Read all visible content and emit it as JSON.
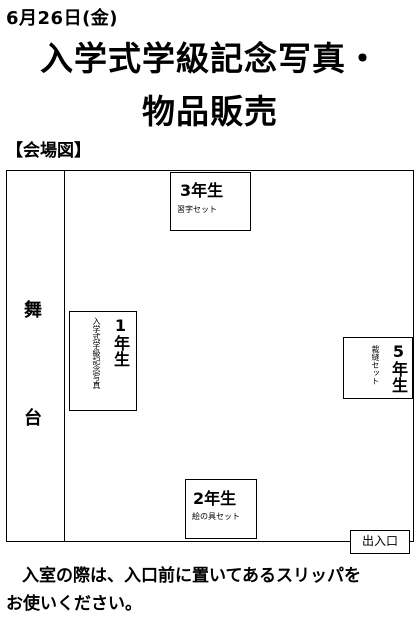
{
  "header": {
    "date": "6月26日(金)",
    "title_line1": "入学式学級記念写真・",
    "title_line2": "物品販売",
    "section_label": "【会場図】"
  },
  "map": {
    "stage_char1": "舞",
    "stage_char2": "台",
    "rooms": [
      {
        "grade": "1年生",
        "item": "入学式学級記念写真"
      },
      {
        "grade": "2年生",
        "item": "絵の具セット"
      },
      {
        "grade": "3年生",
        "item": "習字セット"
      },
      {
        "grade": "5年生",
        "item": "裁縫セット"
      }
    ],
    "exit_label": "出入口"
  },
  "notice": {
    "line1": "入室の際は、入口前に置いてあるスリッパを",
    "line2": "お使いください。"
  }
}
